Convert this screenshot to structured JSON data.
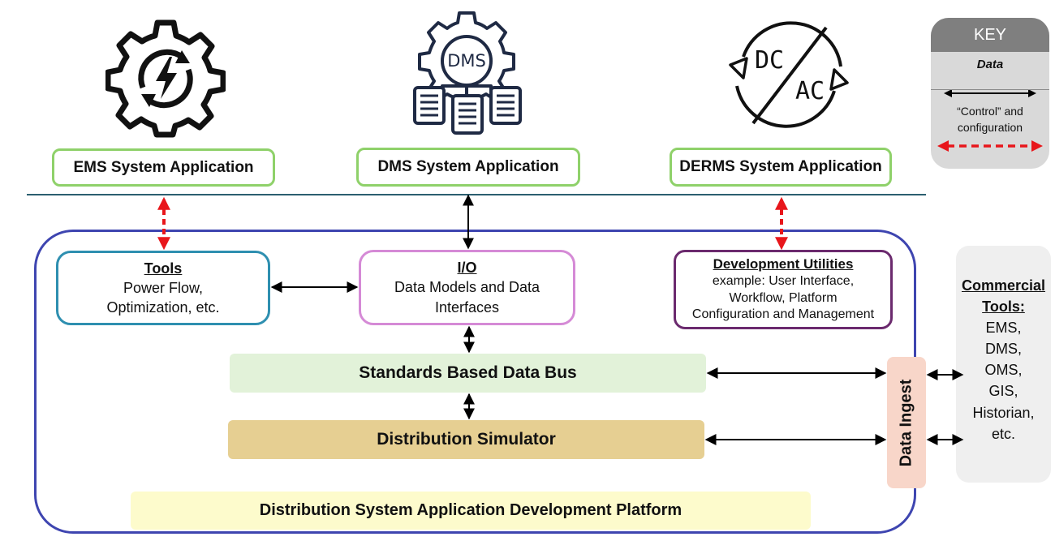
{
  "applications": [
    {
      "label": "EMS System Application",
      "icon": "gear-lightning-icon"
    },
    {
      "label": "DMS System Application",
      "icon": "gear-dms-servers-icon",
      "icon_text": "DMS"
    },
    {
      "label": "DERMS System Application",
      "icon": "dc-ac-converter-icon",
      "icon_text_1": "DC",
      "icon_text_2": "AC"
    }
  ],
  "modules": {
    "tools": {
      "title": "Tools",
      "line1": "Power Flow,",
      "line2": "Optimization, etc."
    },
    "io": {
      "title": "I/O",
      "line1": "Data Models and Data",
      "line2": "Interfaces"
    },
    "dev": {
      "title": "Development Utilities",
      "line1": "example: User Interface,",
      "line2": "Workflow, Platform",
      "line3": "Configuration and Management"
    }
  },
  "bars": {
    "data_bus": "Standards Based Data Bus",
    "simulator": "Distribution Simulator",
    "platform": "Distribution System Application Development Platform"
  },
  "data_ingest": "Data Ingest",
  "commercial": {
    "title_1": "Commercial",
    "title_2": "Tools:",
    "items": [
      "EMS,",
      "DMS,",
      "OMS,",
      "GIS,",
      "Historian,",
      "etc."
    ]
  },
  "key": {
    "title": "KEY",
    "data_label": "Data",
    "control_label_1": "“Control” and",
    "control_label_2": "configuration"
  },
  "colors": {
    "app_border": "#8fd16a",
    "tools_border": "#2e8fb0",
    "io_border": "#d58ad6",
    "dev_border": "#6b2a6e",
    "platform_border": "#3e45b0",
    "data_bus": "#e2f2d9",
    "simulator": "#e6cf92",
    "platform_bar": "#fdfbcc",
    "control_arrow": "#e8161b"
  }
}
